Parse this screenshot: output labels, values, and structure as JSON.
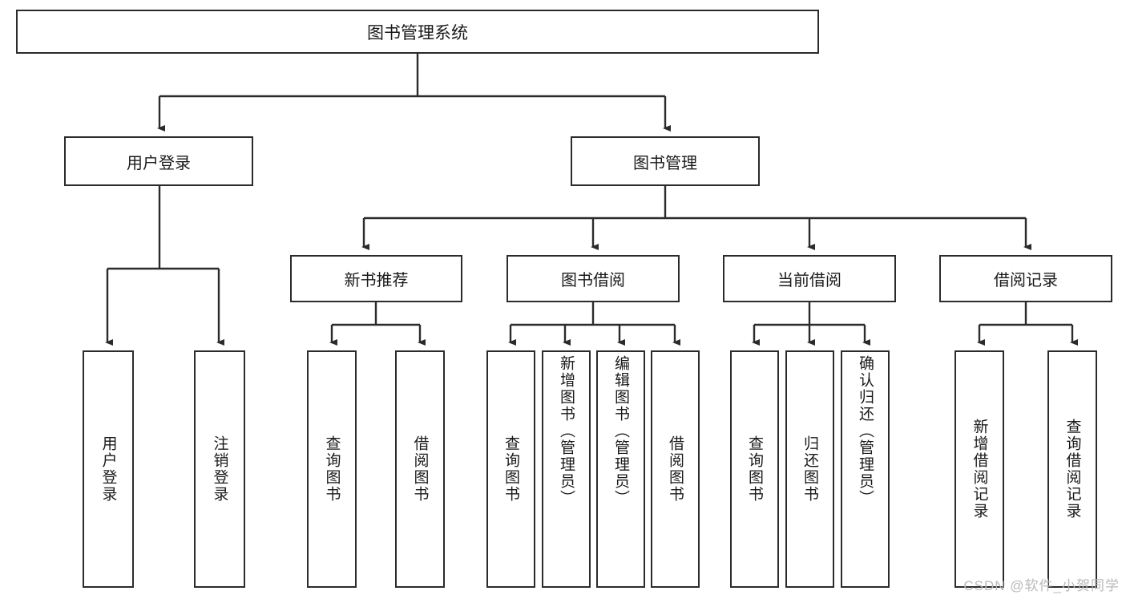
{
  "diagram": {
    "title": "图书管理系统",
    "type": "tree",
    "watermark": "CSDN @软件_小贺同学",
    "colors": {
      "box_border": "#2b2b2b",
      "box_fill": "#ffffff",
      "edge": "#2b2b2b",
      "text": "#1a1a1a",
      "watermark": "#b9b9b9"
    },
    "root": {
      "label": "图书管理系统"
    },
    "level2": [
      {
        "label": "用户登录"
      },
      {
        "label": "图书管理"
      }
    ],
    "level3": [
      {
        "label": "新书推荐"
      },
      {
        "label": "图书借阅"
      },
      {
        "label": "当前借阅"
      },
      {
        "label": "借阅记录"
      }
    ],
    "leaves": {
      "user_login": [
        {
          "label": "用户登录"
        },
        {
          "label": "注销登录"
        }
      ],
      "new_book_recommend": [
        {
          "label": "查询图书"
        },
        {
          "label": "借阅图书"
        }
      ],
      "book_borrow": [
        {
          "label": "查询图书"
        },
        {
          "label": "新增图书（管理员）"
        },
        {
          "label": "编辑图书（管理员）"
        },
        {
          "label": "借阅图书"
        }
      ],
      "current_borrow": [
        {
          "label": "查询图书"
        },
        {
          "label": "归还图书"
        },
        {
          "label": "确认归还（管理员）"
        }
      ],
      "borrow_record": [
        {
          "label": "新增借阅记录"
        },
        {
          "label": "查询借阅记录"
        }
      ]
    }
  }
}
